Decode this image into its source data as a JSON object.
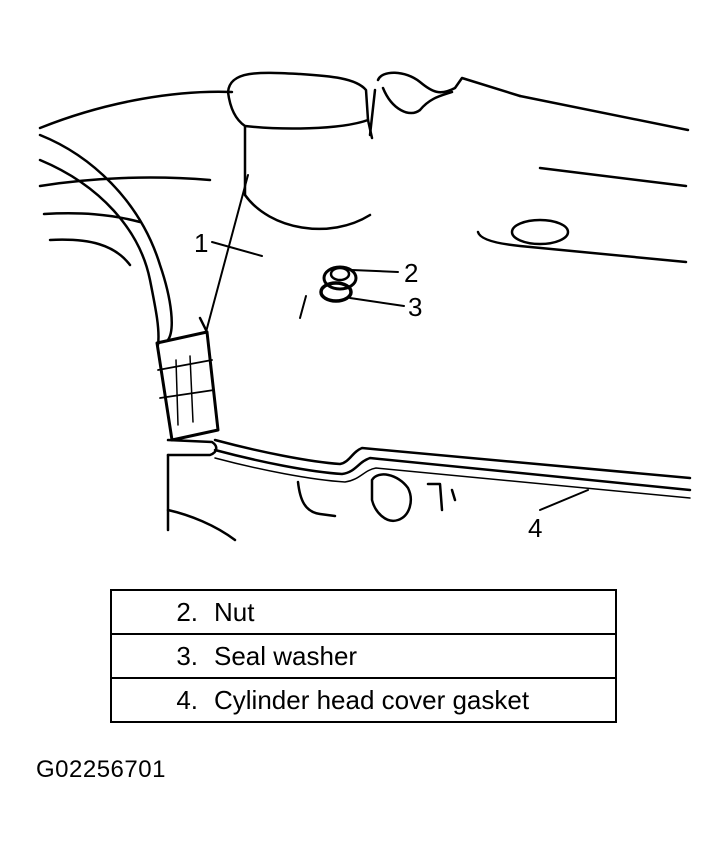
{
  "callouts": {
    "c1": "1",
    "c2": "2",
    "c3": "3",
    "c4": "4"
  },
  "legend": [
    {
      "number": "2.",
      "label": "Nut"
    },
    {
      "number": "3.",
      "label": "Seal washer"
    },
    {
      "number": "4.",
      "label": "Cylinder head cover gasket"
    }
  ],
  "figure_id": "G02256701"
}
